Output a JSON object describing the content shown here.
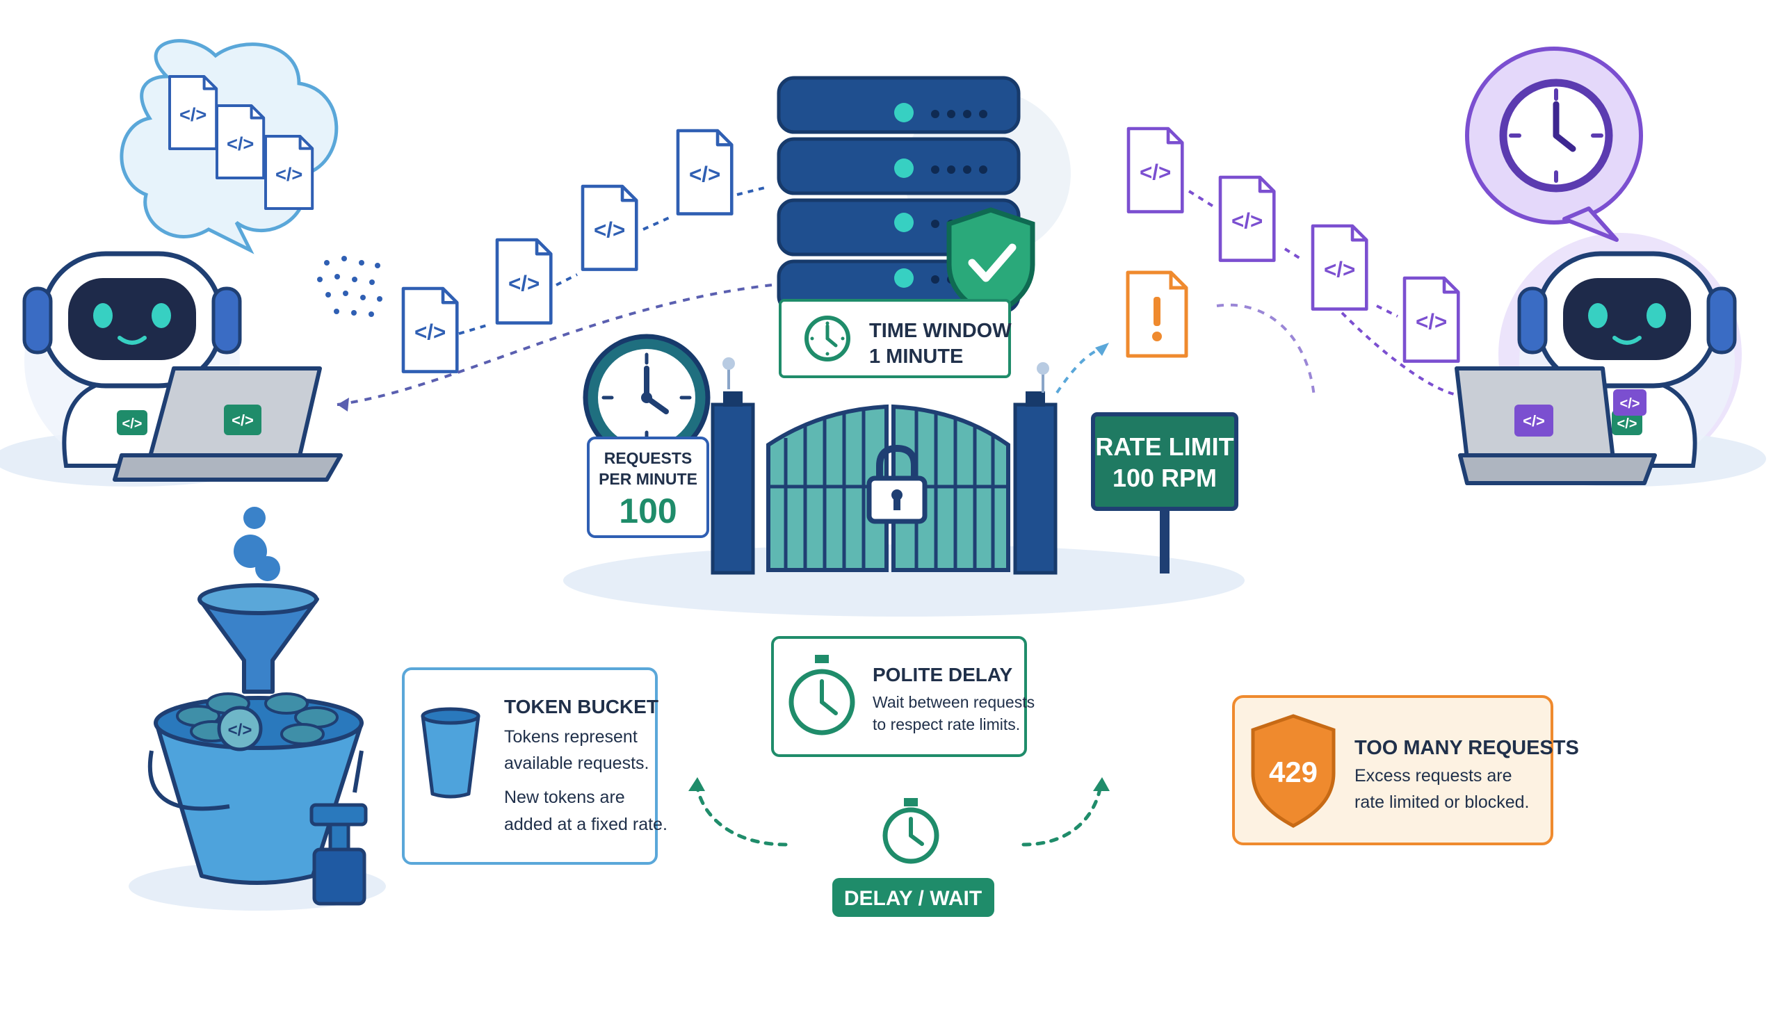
{
  "colors": {
    "navy": "#1f4f8f",
    "navy_dark": "#1a3f78",
    "teal": "#2aa9a0",
    "green": "#1f8c6a",
    "green_dark": "#0f6a52",
    "blue_light": "#5aa7d9",
    "purple": "#7b4fd0",
    "orange": "#ef8a2e",
    "orange_light": "#fdf2e2",
    "gray_text": "#20304a"
  },
  "server": {
    "time_window_line1": "TIME WINDOW",
    "time_window_line2": "1 MINUTE"
  },
  "rpm_panel": {
    "line1": "REQUESTS",
    "line2": "PER MINUTE",
    "value": "100"
  },
  "rate_sign": {
    "line1": "RATE LIMIT",
    "line2": "100 RPM"
  },
  "token_bucket": {
    "title": "TOKEN BUCKET",
    "line1": "Tokens represent",
    "line2": "available requests.",
    "line3": "New tokens are",
    "line4": "added at a fixed rate."
  },
  "polite_delay": {
    "title": "POLITE DELAY",
    "line1": "Wait between requests",
    "line2": "to respect rate limits."
  },
  "delay_badge": {
    "label": "DELAY / WAIT"
  },
  "too_many": {
    "code": "429",
    "title": "TOO MANY REQUESTS",
    "line1": "Excess requests are",
    "line2": "rate limited or blocked."
  },
  "icons": {
    "code_doc": "code-document-icon",
    "clock": "clock-icon",
    "stopwatch": "stopwatch-icon",
    "shield": "shield-check-icon",
    "lock": "padlock-icon",
    "warning": "warning-document-icon"
  }
}
